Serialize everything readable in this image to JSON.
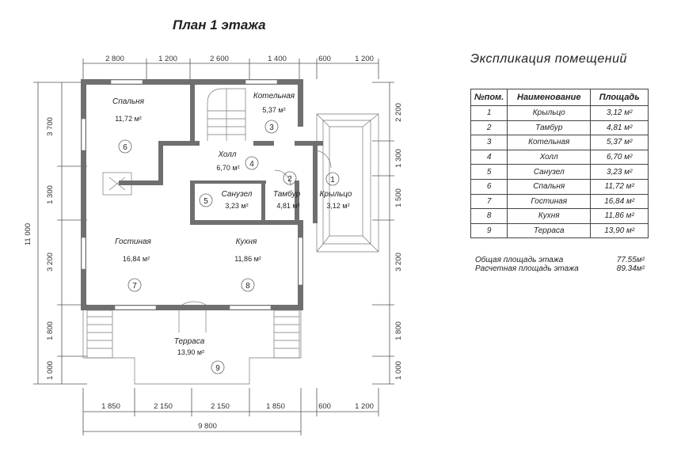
{
  "plan_title": "План 1 этажа",
  "dims": {
    "top": [
      "2 800",
      "1 200",
      "2 600",
      "1 400",
      "600",
      "1 200"
    ],
    "bottom": [
      "1 850",
      "2 150",
      "2 150",
      "1 850",
      "600",
      "1 200"
    ],
    "total_width": "9 800",
    "left": [
      "3 700",
      "1 300",
      "3 200",
      "1 800",
      "1 000"
    ],
    "total_height": "11 000",
    "right": [
      "2 200",
      "1 300",
      "1 500",
      "3 200",
      "1 800",
      "1 000"
    ]
  },
  "rooms": [
    {
      "name": "Спальня",
      "area": "11,72 м²",
      "num": "6"
    },
    {
      "name": "Котельная",
      "area": "5,37 м²",
      "num": "3"
    },
    {
      "name": "Холл",
      "area": "6,70 м²",
      "num": "4"
    },
    {
      "name": "Санузел",
      "area": "3,23 м²",
      "num": "5"
    },
    {
      "name": "Тамбур",
      "area": "4,81 м²",
      "num": "2"
    },
    {
      "name": "Крыльцо",
      "area": "3,12 м²",
      "num": "1"
    },
    {
      "name": "Гостиная",
      "area": "16,84 м²",
      "num": "7"
    },
    {
      "name": "Кухня",
      "area": "11,86 м²",
      "num": "8"
    },
    {
      "name": "Терраса",
      "area": "13,90 м²",
      "num": "9"
    }
  ],
  "explication": {
    "title": "Экспликация помещений",
    "headers": [
      "№пом.",
      "Наименование",
      "Площадь"
    ],
    "rows": [
      [
        "1",
        "Крыльцо",
        "3,12 м²"
      ],
      [
        "2",
        "Тамбур",
        "4,81 м²"
      ],
      [
        "3",
        "Котельная",
        "5,37 м²"
      ],
      [
        "4",
        "Холл",
        "6,70 м²"
      ],
      [
        "5",
        "Санузел",
        "3,23 м²"
      ],
      [
        "6",
        "Спальня",
        "11,72 м²"
      ],
      [
        "7",
        "Гостиная",
        "16,84 м²"
      ],
      [
        "8",
        "Кухня",
        "11,86 м²"
      ],
      [
        "9",
        "Терраса",
        "13,90 м²"
      ]
    ],
    "total_label": "Общая площадь этажа",
    "total_value": "77.55м²",
    "calc_label": "Расчетная площадь этажа",
    "calc_value": "89.34м²"
  }
}
